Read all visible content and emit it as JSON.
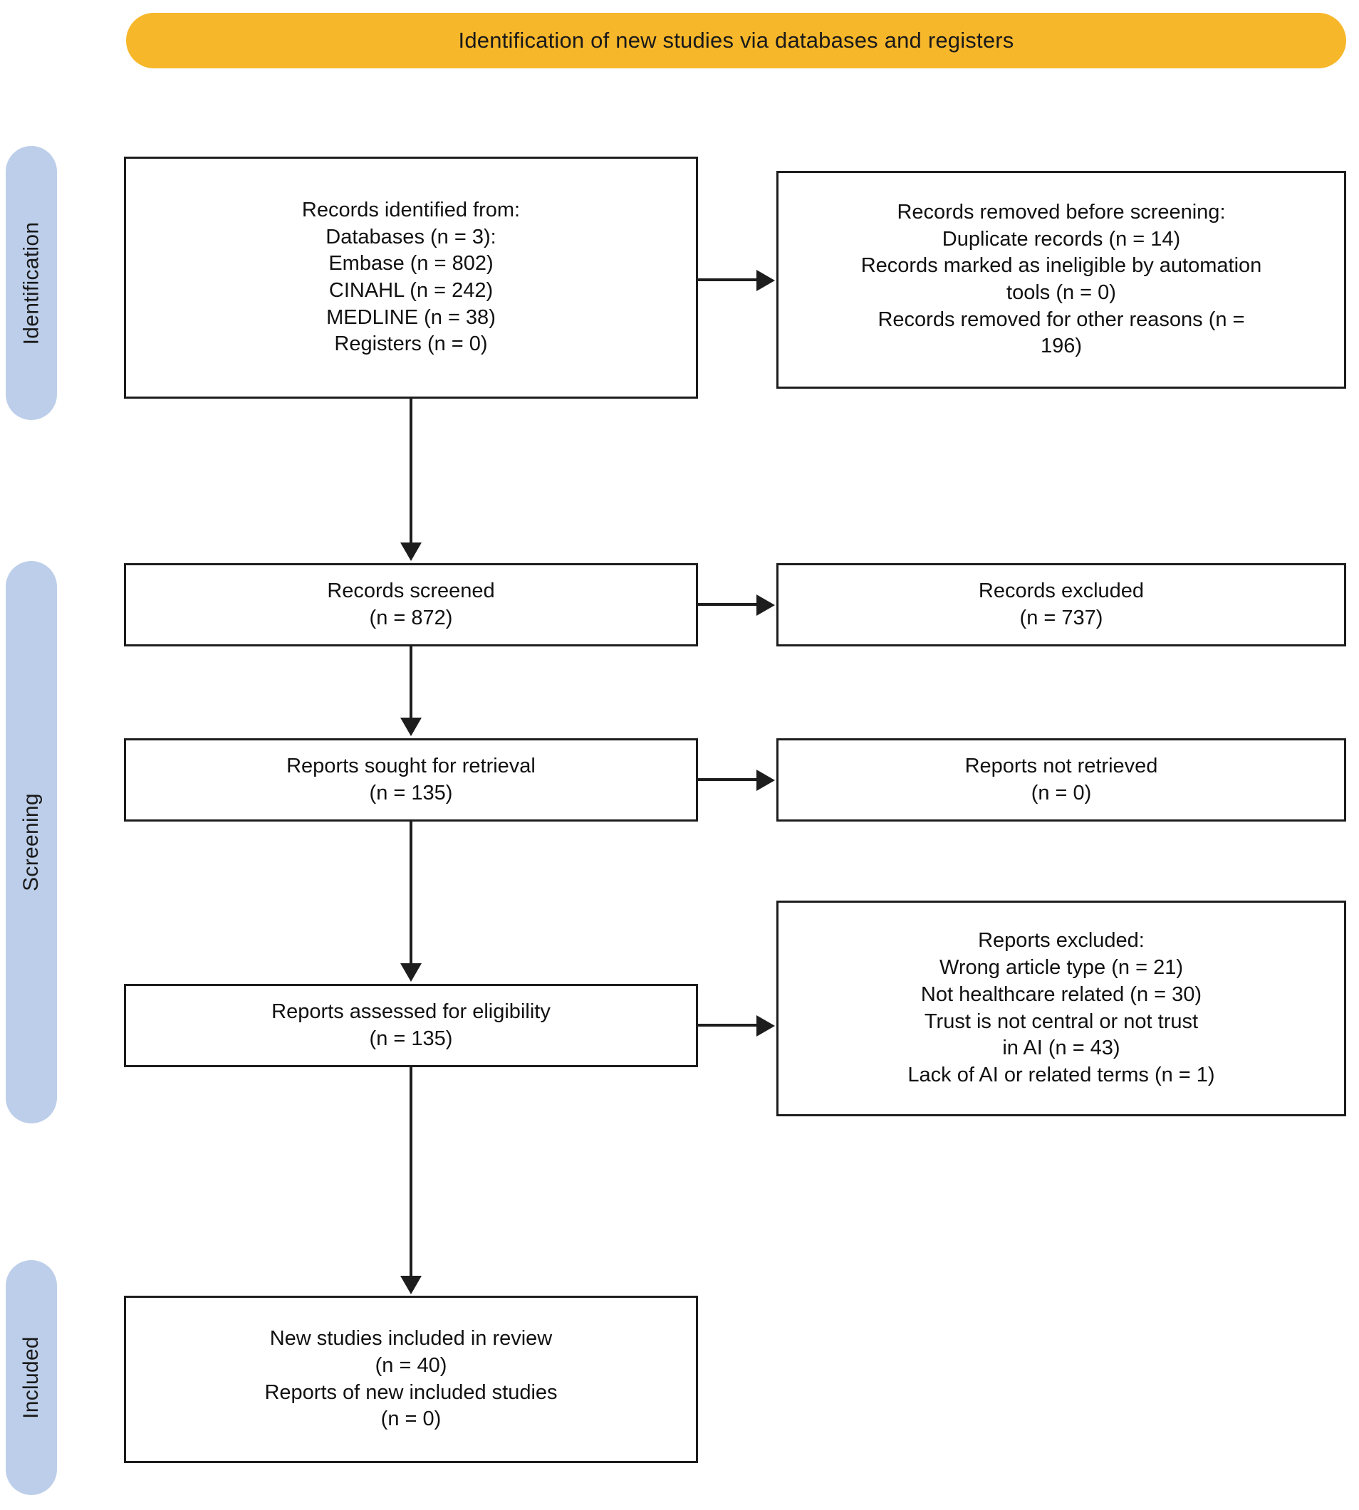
{
  "banner": {
    "title": "Identification of new studies via databases and registers",
    "color": "#f7b72a"
  },
  "stages": [
    {
      "name": "identification",
      "label": "Identification"
    },
    {
      "name": "screening",
      "label": "Screening"
    },
    {
      "name": "included",
      "label": "Included"
    }
  ],
  "stage_tab_color": "#bccee9",
  "boxes": {
    "records_identified": {
      "text": "Records identified from:\nDatabases (n = 3):\nEmbase (n = 802)\nCINAHL (n = 242)\nMEDLINE (n = 38)\nRegisters (n = 0)"
    },
    "records_removed": {
      "text": "Records removed before screening:\nDuplicate records (n = 14)\nRecords marked as ineligible by automation\ntools (n = 0)\nRecords removed for other reasons (n =\n196)"
    },
    "records_screened": {
      "text": "Records screened\n(n = 872)"
    },
    "records_excluded": {
      "text": "Records excluded\n(n = 737)"
    },
    "reports_sought": {
      "text": "Reports sought for retrieval\n(n = 135)"
    },
    "reports_not_retrieved": {
      "text": "Reports not retrieved\n(n = 0)"
    },
    "reports_assessed": {
      "text": "Reports assessed for eligibility\n(n = 135)"
    },
    "reports_excluded": {
      "text": "Reports excluded:\nWrong article type (n = 21)\nNot healthcare related (n = 30)\nTrust is not central or not trust\nin AI (n = 43)\nLack of AI or related terms (n = 1)"
    },
    "new_studies_included": {
      "text": "New studies included in review\n(n = 40)\nReports of new included studies\n(n = 0)"
    }
  },
  "chart_data": {
    "type": "diagram",
    "diagram_type": "prisma-flow",
    "title": "Identification of new studies via databases and registers",
    "stages": [
      "Identification",
      "Screening",
      "Included"
    ],
    "nodes": [
      {
        "id": "records_identified",
        "stage": "Identification",
        "label": "Records identified from",
        "values": {
          "Databases": 3,
          "Embase": 802,
          "CINAHL": 242,
          "MEDLINE": 38,
          "Registers": 0
        }
      },
      {
        "id": "records_removed",
        "stage": "Identification",
        "label": "Records removed before screening",
        "values": {
          "Duplicate records": 14,
          "Records marked as ineligible by automation tools": 0,
          "Records removed for other reasons": 196
        }
      },
      {
        "id": "records_screened",
        "stage": "Screening",
        "label": "Records screened",
        "values": {
          "n": 872
        }
      },
      {
        "id": "records_excluded",
        "stage": "Screening",
        "label": "Records excluded",
        "values": {
          "n": 737
        }
      },
      {
        "id": "reports_sought",
        "stage": "Screening",
        "label": "Reports sought for retrieval",
        "values": {
          "n": 135
        }
      },
      {
        "id": "reports_not_retrieved",
        "stage": "Screening",
        "label": "Reports not retrieved",
        "values": {
          "n": 0
        }
      },
      {
        "id": "reports_assessed",
        "stage": "Screening",
        "label": "Reports assessed for eligibility",
        "values": {
          "n": 135
        }
      },
      {
        "id": "reports_excluded",
        "stage": "Screening",
        "label": "Reports excluded",
        "values": {
          "Wrong article type": 21,
          "Not healthcare related": 30,
          "Trust is not central or not trust in AI": 43,
          "Lack of AI or related terms": 1
        }
      },
      {
        "id": "new_studies_included",
        "stage": "Included",
        "label": "New studies included in review",
        "values": {
          "New studies included in review": 40,
          "Reports of new included studies": 0
        }
      }
    ],
    "edges": [
      {
        "from": "records_identified",
        "to": "records_removed",
        "direction": "right"
      },
      {
        "from": "records_identified",
        "to": "records_screened",
        "direction": "down"
      },
      {
        "from": "records_screened",
        "to": "records_excluded",
        "direction": "right"
      },
      {
        "from": "records_screened",
        "to": "reports_sought",
        "direction": "down"
      },
      {
        "from": "reports_sought",
        "to": "reports_not_retrieved",
        "direction": "right"
      },
      {
        "from": "reports_sought",
        "to": "reports_assessed",
        "direction": "down"
      },
      {
        "from": "reports_assessed",
        "to": "reports_excluded",
        "direction": "right"
      },
      {
        "from": "reports_assessed",
        "to": "new_studies_included",
        "direction": "down"
      }
    ]
  }
}
